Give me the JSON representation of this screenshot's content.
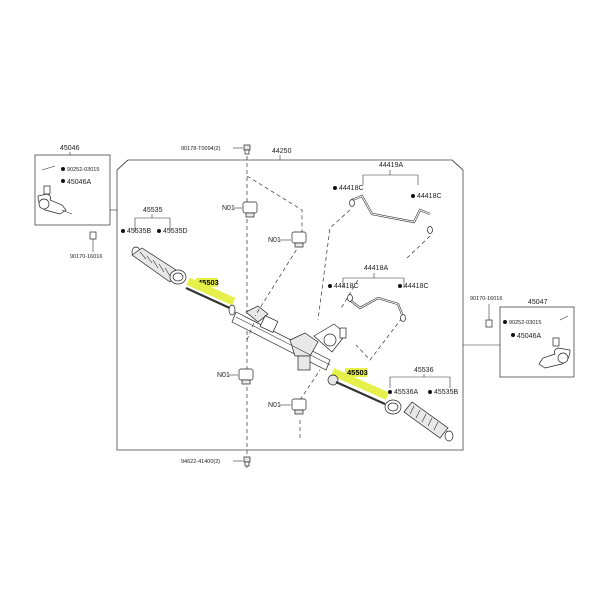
{
  "labels": {
    "main_assembly": "44250",
    "tie_rod_left": "45046",
    "tie_rod_right": "45047",
    "nut_left": "90252-03015",
    "nut_right": "90252-03015",
    "tie_rod_end_left": "45046A",
    "tie_rod_end_right": "45046A",
    "lock_nut_left": "90170-16016",
    "lock_nut_right": "90170-16016",
    "bolt_top": "90178-T0094(2)",
    "bolt_bottom": "94622-41400(2)",
    "boot_kit_left": "45535",
    "boot_kit_right": "45536",
    "clamp_left": "45535B",
    "clamp_right": "45535B",
    "boot_left": "45535D",
    "boot_right": "45536A",
    "rack_end_left": "45503",
    "rack_end_right": "45503",
    "tube_upper": "44419A",
    "tube_upper_fit_1": "44418C",
    "tube_upper_fit_2": "44418C",
    "tube_lower": "44418A",
    "tube_lower_fit_1": "44418C",
    "tube_lower_fit_2": "44418C",
    "bushing_1": "N01",
    "bushing_2": "N01",
    "bushing_3": "N01",
    "bushing_4": "N01"
  },
  "colors": {
    "highlight": "#e6f04a",
    "line": "#333333",
    "background": "#ffffff"
  }
}
